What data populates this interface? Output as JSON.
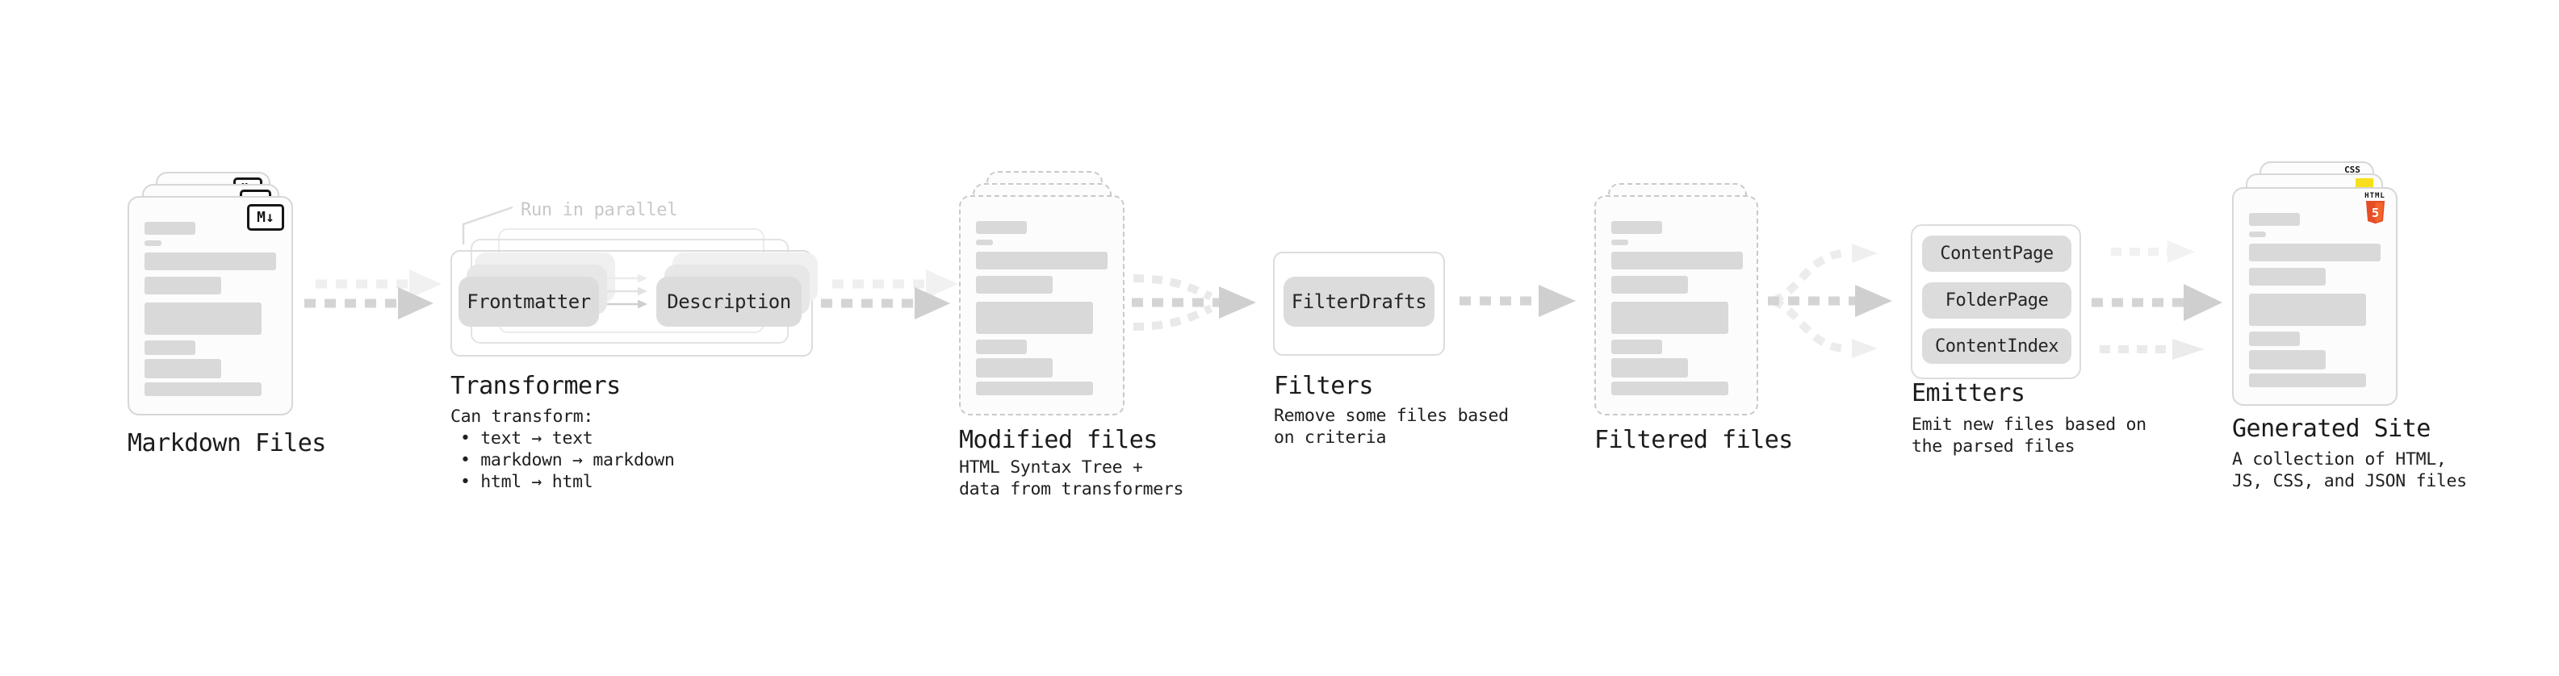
{
  "stages": {
    "markdown_files": {
      "title": "Markdown Files",
      "badge": "M↓"
    },
    "transformers": {
      "title": "Transformers",
      "annotation": "Run in parallel",
      "box_left": "Frontmatter",
      "box_right": "Description",
      "caption_intro": "Can transform:",
      "bullets": [
        "• text → text",
        "• markdown → markdown",
        "• html → html"
      ]
    },
    "modified_files": {
      "title": "Modified files",
      "caption": "HTML Syntax Tree +\ndata from transformers"
    },
    "filters": {
      "title": "Filters",
      "box": "FilterDrafts",
      "caption": "Remove some files based\non criteria"
    },
    "filtered_files": {
      "title": "Filtered files"
    },
    "emitters": {
      "title": "Emitters",
      "boxes": [
        "ContentPage",
        "FolderPage",
        "ContentIndex"
      ],
      "caption": "Emit new files based on\nthe parsed files"
    },
    "generated_site": {
      "title": "Generated Site",
      "caption": "A collection of HTML,\nJS, CSS, and JSON files",
      "badge_css": "CSS",
      "badge_html_label": "HTML",
      "badge_html_number": "5"
    }
  },
  "colors": {
    "css_blue": "#2b6fe8",
    "js_yellow": "#f7df1e",
    "html_orange": "#e44d26",
    "html_orange_light": "#f16529"
  }
}
